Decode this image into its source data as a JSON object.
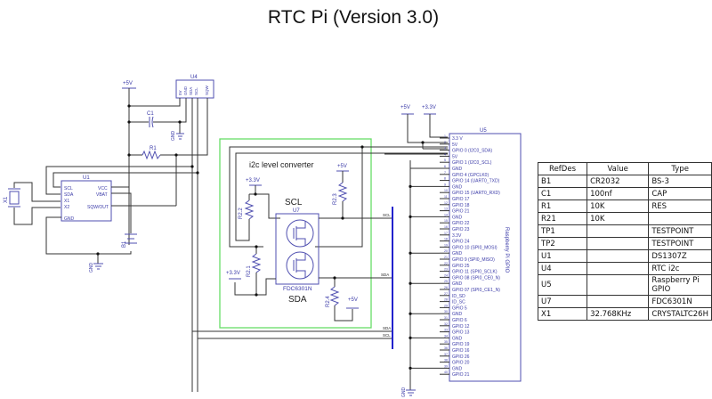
{
  "title": "RTC Pi  (Version 3.0)",
  "components": {
    "u1": {
      "ref": "U1",
      "pins_left": [
        "SCL",
        "SDA",
        "X1",
        "X2",
        "GND"
      ],
      "pins_left_num": [
        "6",
        "5",
        "1",
        "2",
        "4"
      ],
      "pins_right": [
        "VCC",
        "VBAT",
        "SQW/OUT"
      ],
      "pins_right_num": [
        "8",
        "3",
        "7"
      ]
    },
    "u4": {
      "ref": "U4",
      "pins": [
        "5V",
        "GND",
        "SDA",
        "SCL",
        "SQW"
      ]
    },
    "u5": {
      "ref": "U5",
      "label": "Raspberry Pi GPIO"
    },
    "u7": {
      "ref": "U7",
      "part": "FDC6301N"
    },
    "c1": {
      "ref": "C1"
    },
    "r1": {
      "ref": "R1"
    },
    "b1": {
      "ref": "B1"
    },
    "x1": {
      "ref": "X1"
    },
    "r21": {
      "ref": "R2.1"
    },
    "r22": {
      "ref": "R2.2"
    },
    "r23": {
      "ref": "R2.3"
    },
    "r24": {
      "ref": "R2.4"
    }
  },
  "labels": {
    "level_converter": "i2c level converter",
    "scl": "SCL",
    "sda": "SDA",
    "p5v": "+5V",
    "p33v": "+3.3V",
    "gnd": "GND",
    "net_scl": "SCL",
    "net_sda": "SDA"
  },
  "gpio_pins": [
    {
      "n": "1",
      "name": "3.3 V"
    },
    {
      "n": "2",
      "name": "5V"
    },
    {
      "n": "3",
      "name": "GPIO 0 (I2C0_SDA)"
    },
    {
      "n": "4",
      "name": "5V"
    },
    {
      "n": "5",
      "name": "GPIO 1 (I2C0_SCL)"
    },
    {
      "n": "6",
      "name": "GND"
    },
    {
      "n": "7",
      "name": "GPIO 4 (GPCLK0)"
    },
    {
      "n": "8",
      "name": "GPIO 14 (UART0_TXD)"
    },
    {
      "n": "9",
      "name": "GND"
    },
    {
      "n": "10",
      "name": "GPIO 15 (UART0_RXD)"
    },
    {
      "n": "11",
      "name": "GPIO 17"
    },
    {
      "n": "12",
      "name": "GPIO 18"
    },
    {
      "n": "13",
      "name": "GPIO 21"
    },
    {
      "n": "14",
      "name": "GND"
    },
    {
      "n": "15",
      "name": "GPIO 22"
    },
    {
      "n": "16",
      "name": "GPIO 23"
    },
    {
      "n": "17",
      "name": "3.3V"
    },
    {
      "n": "18",
      "name": "GPIO 24"
    },
    {
      "n": "19",
      "name": "GPIO 10 (SPI0_MOSI)"
    },
    {
      "n": "20",
      "name": "GND"
    },
    {
      "n": "21",
      "name": "GPIO 9 (SPI0_MISO)"
    },
    {
      "n": "22",
      "name": "GPIO 25"
    },
    {
      "n": "23",
      "name": "GPIO 11 (SPI0_SCLK)"
    },
    {
      "n": "24",
      "name": "GPIO 08 (SPI0_CE0_N)"
    },
    {
      "n": "25",
      "name": "GND"
    },
    {
      "n": "26",
      "name": "GPIO 07 (SPI0_CE1_N)"
    },
    {
      "n": "27",
      "name": "ID_SD"
    },
    {
      "n": "28",
      "name": "ID_SC"
    },
    {
      "n": "29",
      "name": "GPIO 5"
    },
    {
      "n": "30",
      "name": "GND"
    },
    {
      "n": "31",
      "name": "GPIO 6"
    },
    {
      "n": "32",
      "name": "GPIO 12"
    },
    {
      "n": "33",
      "name": "GPIO 13"
    },
    {
      "n": "34",
      "name": "GND"
    },
    {
      "n": "35",
      "name": "GPIO 19"
    },
    {
      "n": "36",
      "name": "GPIO 16"
    },
    {
      "n": "37",
      "name": "GPIO 26"
    },
    {
      "n": "38",
      "name": "GPIO 20"
    },
    {
      "n": "39",
      "name": "GND"
    },
    {
      "n": "40",
      "name": "GPIO 21"
    }
  ],
  "bom": {
    "headers": [
      "RefDes",
      "Value",
      "Type"
    ],
    "rows": [
      [
        "B1",
        "CR2032",
        "BS-3"
      ],
      [
        "C1",
        "100nf",
        "CAP"
      ],
      [
        "R1",
        "10K",
        "RES"
      ],
      [
        "R21",
        "10K",
        ""
      ],
      [
        "TP1",
        "",
        "TESTPOINT"
      ],
      [
        "TP2",
        "",
        "TESTPOINT"
      ],
      [
        "U1",
        "",
        "DS1307Z"
      ],
      [
        "U4",
        "",
        "RTC i2c"
      ],
      [
        "U5",
        "",
        "Raspberry Pi GPIO"
      ],
      [
        "U7",
        "",
        "FDC6301N"
      ],
      [
        "X1",
        "32.768KHz",
        "CRYSTALTC26H"
      ]
    ]
  },
  "colors": {
    "wire": "#333333",
    "component": "#4f4fb0",
    "bus": "#2222cc",
    "converter_box": "#66dd66"
  }
}
